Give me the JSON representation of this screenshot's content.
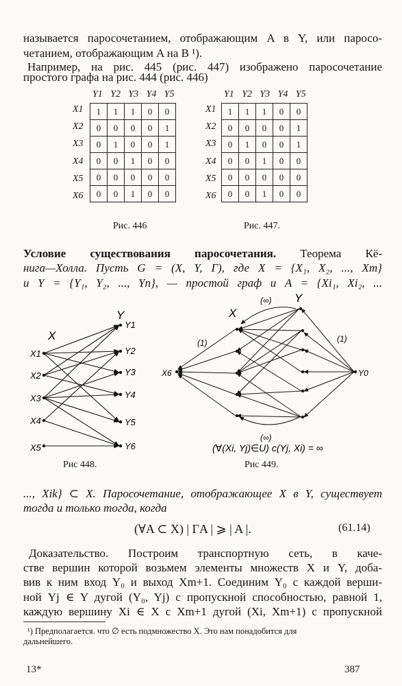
{
  "text": {
    "l1": "называется паросочетанием, отображающим A в Y, или паросо-",
    "l2": "четанием, отображающим A на B ¹).",
    "l3": "Например, на рис. 445 (рис. 447) изображено паросочетание",
    "l4": "простого графа на рис. 444 (рис. 446)",
    "cond_title": "Условие существования паросочетания.",
    "cond_rest": " Теорема Кё-",
    "l6": "нига—Холла. Пусть G = (X, Y, Γ), где X = {X₁, X₂, ..., Xm}",
    "l7": "и Y = {Y₁, Y₂, ..., Yn}, — простой граф и A = {Xi₁, Xi₂, ...",
    "l8": "..., Xik} ⊂ X. Паросочетание, отображающее X в Y, существует",
    "l9": "тогда и только тогда, когда",
    "formula": "(∀A ⊂ X) | ΓA | ⩾ | A |.",
    "eqnum": "(61.14)",
    "p1": "Доказательство. Построим транспортную сеть, в каче-",
    "p2": "стве вершин которой возьмем элементы множеств X и Y, доба-",
    "p3": "вив к ним вход Y₀ и выход Xm+1. Соединим Y₀ с каждой верши-",
    "p4": "ной Yj ∈ Y дугой (Y₀, Yj) с пропускной способностью, равной 1,",
    "p5": "каждую вершину Xi ∈ X с Xm+1 дугой (Xi, Xm+1) с пропускной",
    "fn1": "¹) Предполагается. что ∅ есть подмножество X. Это нам понадобится для",
    "fn2": "дальнейшего.",
    "sig": "13*",
    "page": "387"
  },
  "fig446": {
    "caption": "Рис. 446",
    "cols": [
      "Y1",
      "Y2",
      "Y3",
      "Y4",
      "Y5"
    ],
    "rows": [
      "X1",
      "X2",
      "X3",
      "X4",
      "X5",
      "X6"
    ],
    "cells": [
      [
        "1",
        "1",
        "1",
        "0",
        "0"
      ],
      [
        "0",
        "0",
        "0",
        "0",
        "1"
      ],
      [
        "0",
        "1",
        "0",
        "0",
        "1"
      ],
      [
        "0",
        "0",
        "1",
        "0",
        "0"
      ],
      [
        "0",
        "0",
        "0",
        "0",
        "0"
      ],
      [
        "0",
        "0",
        "1",
        "0",
        "0"
      ]
    ]
  },
  "fig447": {
    "caption": "Рис. 447.",
    "cols": [
      "Y1",
      "Y2",
      "Y3",
      "Y4",
      "Y5"
    ],
    "rows": [
      "X1",
      "X2",
      "X3",
      "X4",
      "X5",
      "X6"
    ],
    "cells": [
      [
        "1",
        "1",
        "1",
        "0",
        "0"
      ],
      [
        "0",
        "0",
        "0",
        "0",
        "1"
      ],
      [
        "0",
        "1",
        "0",
        "0",
        "1"
      ],
      [
        "0",
        "0",
        "1",
        "0",
        "0"
      ],
      [
        "0",
        "0",
        "0",
        "0",
        "0"
      ],
      [
        "0",
        "0",
        "1",
        "0",
        "0"
      ]
    ]
  },
  "fig448": {
    "caption": "Рис 448.",
    "x_set": "X",
    "y_set": "Y",
    "x_nodes": [
      "X1",
      "X2",
      "X3",
      "X4",
      "X5"
    ],
    "y_nodes": [
      "Y1",
      "Y2",
      "Y3",
      "Y4",
      "Y5",
      "Y6"
    ]
  },
  "fig449": {
    "caption": "Рис 449.",
    "x_set": "X",
    "y_set": "Y",
    "formula": "(∀(Xi, Yj)∈U) c(Yj, Xi) = ∞",
    "inf_label": "(∞)",
    "one_label": "(1)",
    "source": "Y0",
    "sink": "X6"
  }
}
